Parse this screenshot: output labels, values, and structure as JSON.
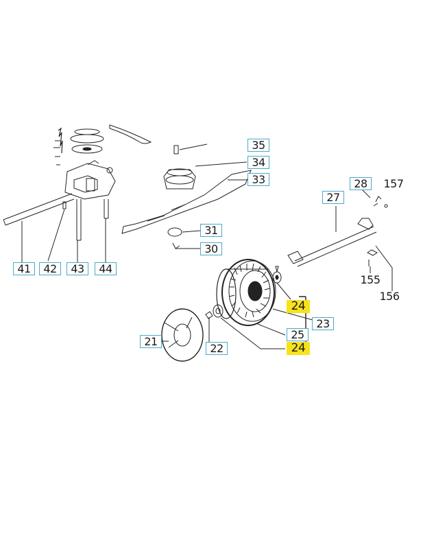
{
  "labels": {
    "p35": "35",
    "p34": "34",
    "p33": "33",
    "p31": "31",
    "p30": "30",
    "p41": "41",
    "p42": "42",
    "p43": "43",
    "p44": "44",
    "p28": "28",
    "p157": "157",
    "p27": "27",
    "p155": "155",
    "p156": "156",
    "p24a": "24",
    "p23": "23",
    "p25": "25",
    "p24b": "24",
    "p21": "21",
    "p22": "22"
  },
  "colors": {
    "label_border": "#4aa9c9",
    "highlight": "#f7e21b",
    "line": "#222222"
  }
}
